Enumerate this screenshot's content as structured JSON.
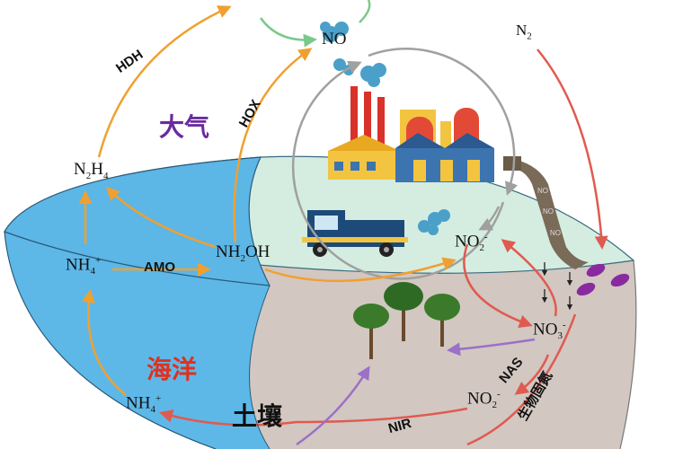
{
  "regions": {
    "atmosphere": "大气",
    "ocean": "海洋",
    "soil": "土壤"
  },
  "compounds": {
    "no_top": "NO",
    "n2": {
      "main": "N",
      "sub": "2"
    },
    "n2h4": {
      "a": "N",
      "s1": "2",
      "b": "H",
      "s2": "4"
    },
    "nh4_ocean": {
      "main": "NH",
      "sub": "4",
      "sup": "+"
    },
    "nh2oh": {
      "a": "NH",
      "s": "2",
      "b": "OH"
    },
    "nh4_soil": {
      "main": "NH",
      "sub": "4",
      "sup": "+"
    },
    "no2_right": {
      "main": "NO",
      "sub": "2",
      "sup": "-"
    },
    "no3": {
      "main": "NO",
      "sub": "3",
      "sup": "-"
    },
    "no2_low": {
      "main": "NO",
      "sub": "2",
      "sup": "-"
    }
  },
  "processes": {
    "hdh": "HDH",
    "hox": "HOX",
    "amo": "AMO",
    "nas": "NAS",
    "nir": "NIR",
    "bio_fixation": "生物固氮"
  },
  "stream_labels": [
    "NO",
    "NO",
    "NO"
  ],
  "colors": {
    "ocean": "#5db8e8",
    "land_green": "#d4ede0",
    "soil": "#d2c7c1",
    "orange_arrow": "#f0a030",
    "red_arrow": "#e05a50",
    "green_arrow": "#7ac98a",
    "purple_arrow": "#9a70c8",
    "grey_arrow": "#a0a0a0",
    "atmosphere_text": "#6a2aa0",
    "ocean_text": "#e03020",
    "bacteria": "#8a2aa0"
  }
}
